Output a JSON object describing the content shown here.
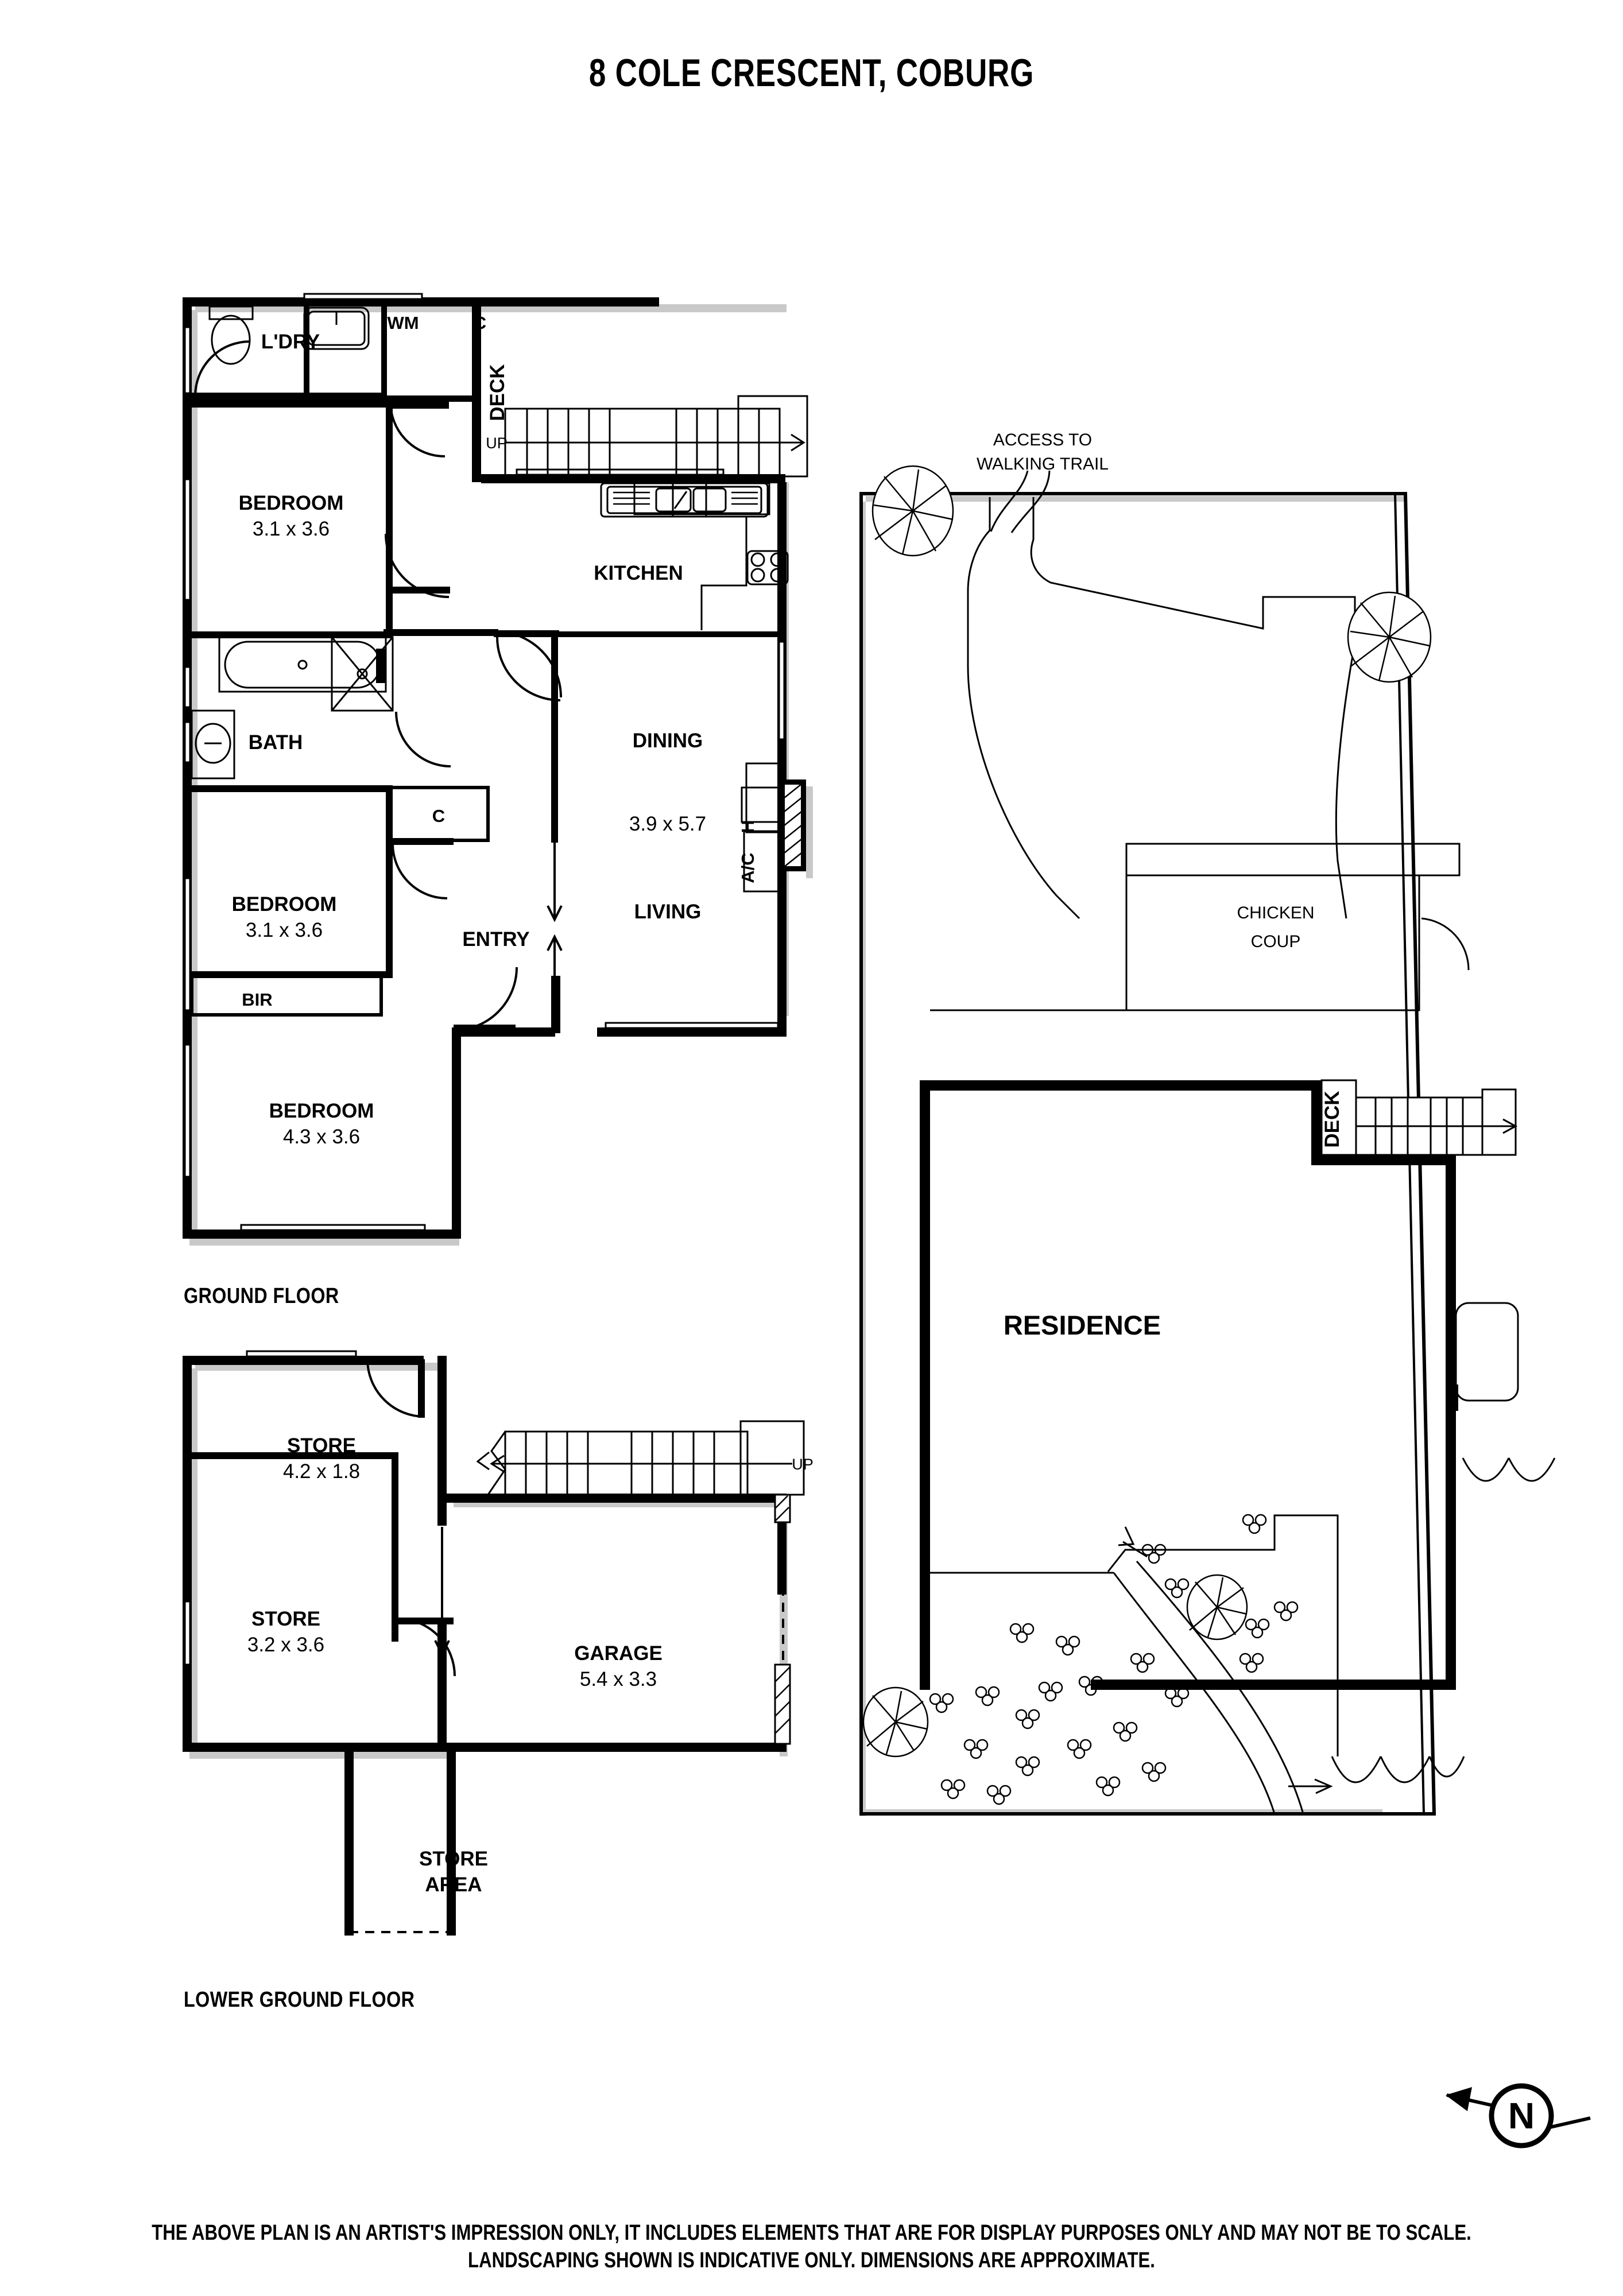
{
  "title": "8 COLE CRESCENT, COBURG",
  "disclaimer": {
    "line1": "THE ABOVE PLAN IS AN ARTIST'S IMPRESSION ONLY, IT INCLUDES ELEMENTS THAT ARE FOR DISPLAY PURPOSES ONLY AND MAY NOT BE TO SCALE.",
    "line2": "LANDSCAPING SHOWN IS INDICATIVE ONLY. DIMENSIONS ARE APPROXIMATE."
  },
  "floors": [
    {
      "key": "ground",
      "label": "GROUND FLOOR"
    },
    {
      "key": "lower",
      "label": "LOWER GROUND FLOOR"
    }
  ],
  "ground_floor": {
    "label": "GROUND FLOOR",
    "rooms": [
      {
        "name": "L'DRY",
        "dim": ""
      },
      {
        "name": "BEDROOM",
        "dim": "3.1 x 3.6"
      },
      {
        "name": "BATH",
        "dim": ""
      },
      {
        "name": "BEDROOM",
        "dim": "3.1 x 3.6"
      },
      {
        "name": "BEDROOM",
        "dim": "4.3 x 3.6"
      },
      {
        "name": "KITCHEN",
        "dim": ""
      },
      {
        "name": "DINING",
        "dim": "3.9 x 5.7"
      },
      {
        "name": "LIVING",
        "dim": ""
      },
      {
        "name": "ENTRY",
        "dim": ""
      },
      {
        "name": "DECK",
        "dim": ""
      }
    ],
    "annotations": {
      "wm": "WM",
      "cupboard_top": "C",
      "cupboard_mid": "C",
      "bir": "BIR",
      "deck": "DECK",
      "up": "UP",
      "heater": "H",
      "aircon": "A/C",
      "entry": "ENTRY"
    }
  },
  "lower_ground_floor": {
    "label": "LOWER GROUND FLOOR",
    "rooms": [
      {
        "name": "STORE",
        "dim": "4.2 x 1.8"
      },
      {
        "name": "STORE",
        "dim": "3.2 x 3.6"
      },
      {
        "name": "GARAGE",
        "dim": "5.4 x 3.3"
      }
    ],
    "annotations": {
      "store_area_line1": "STORE",
      "store_area_line2": "AREA",
      "up": "UP"
    }
  },
  "site_plan": {
    "residence": "RESIDENCE",
    "deck": "DECK",
    "chicken_coup_line1": "CHICKEN",
    "chicken_coup_line2": "COUP",
    "access_line1": "ACCESS TO",
    "access_line2": "WALKING TRAIL"
  },
  "compass": {
    "label": "N"
  },
  "colors": {
    "ink": "#000000",
    "paper": "#ffffff",
    "shadow": "#c9c9c9"
  }
}
